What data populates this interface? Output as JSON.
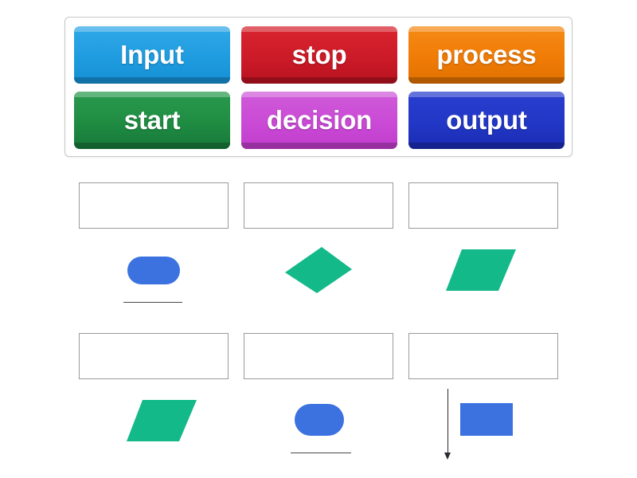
{
  "page": {
    "title": "Flowchart Symbols Matching Activity",
    "background_color": "#ffffff"
  },
  "word_bank": {
    "name": "word-bank",
    "border_color": "#c9c9c9",
    "tiles": [
      {
        "label": "Input",
        "color": "#1f9ce0",
        "icon": "draggable-word-tile"
      },
      {
        "label": "stop",
        "color": "#cc1a28",
        "icon": "draggable-word-tile"
      },
      {
        "label": "process",
        "color": "#f07c06",
        "icon": "draggable-word-tile"
      },
      {
        "label": "start",
        "color": "#1f8c42",
        "icon": "draggable-word-tile"
      },
      {
        "label": "decision",
        "color": "#ca4ad6",
        "icon": "draggable-word-tile"
      },
      {
        "label": "output",
        "color": "#2237c6",
        "icon": "draggable-word-tile"
      }
    ]
  },
  "answer_area": {
    "drop_zone_border_color": "#9a9a9a",
    "shape_blue": "#3b72e0",
    "shape_green": "#14b98a",
    "line_color": "#4a4a4a",
    "items": [
      {
        "index": 1,
        "row": 1,
        "column": 1,
        "drop_zone_value": "",
        "drop_zone_placeholder": "",
        "shape": "stadium",
        "shape_name": "terminator-shape",
        "shape_color": "#3b72e0",
        "has_underline": true,
        "has_arrow": false
      },
      {
        "index": 2,
        "row": 1,
        "column": 2,
        "drop_zone_value": "",
        "drop_zone_placeholder": "",
        "shape": "diamond",
        "shape_name": "decision-shape",
        "shape_color": "#14b98a",
        "has_underline": false,
        "has_arrow": false
      },
      {
        "index": 3,
        "row": 1,
        "column": 3,
        "drop_zone_value": "",
        "drop_zone_placeholder": "",
        "shape": "parallelogram",
        "shape_name": "data-io-shape",
        "shape_color": "#14b98a",
        "has_underline": false,
        "has_arrow": false
      },
      {
        "index": 4,
        "row": 2,
        "column": 1,
        "drop_zone_value": "",
        "drop_zone_placeholder": "",
        "shape": "parallelogram",
        "shape_name": "data-io-shape",
        "shape_color": "#14b98a",
        "has_underline": false,
        "has_arrow": false
      },
      {
        "index": 5,
        "row": 2,
        "column": 2,
        "drop_zone_value": "",
        "drop_zone_placeholder": "",
        "shape": "stadium",
        "shape_name": "terminator-shape",
        "shape_color": "#3b72e0",
        "has_underline": true,
        "has_arrow": false
      },
      {
        "index": 6,
        "row": 2,
        "column": 3,
        "drop_zone_value": "",
        "drop_zone_placeholder": "",
        "shape": "rectangle",
        "shape_name": "process-shape",
        "shape_color": "#3b72e0",
        "has_underline": false,
        "has_arrow": true
      }
    ]
  }
}
